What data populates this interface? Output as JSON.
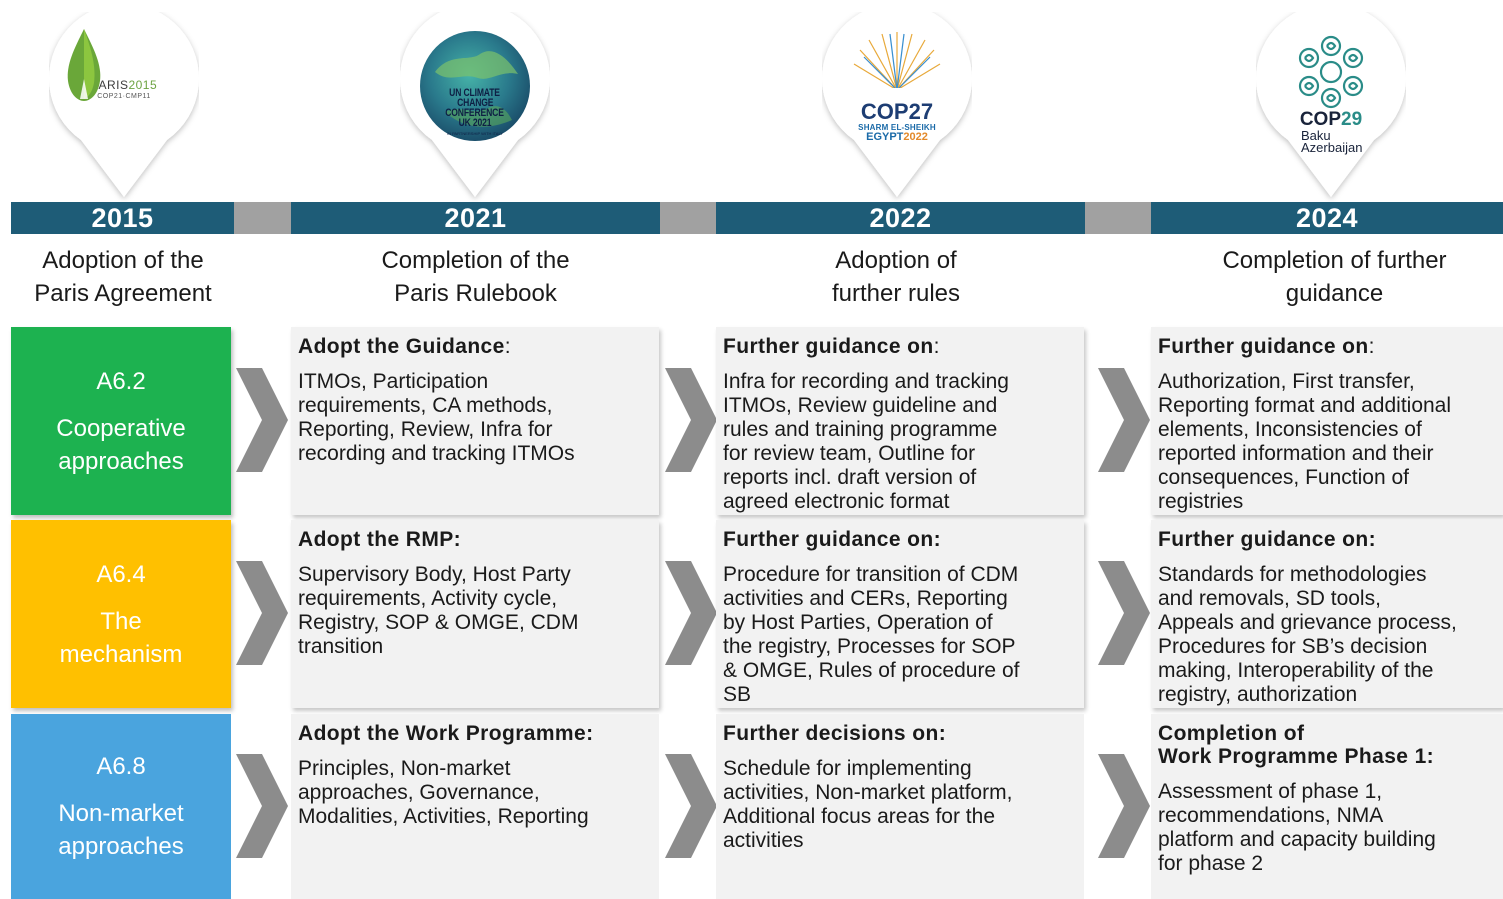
{
  "logos": [
    {
      "name": "PARIS",
      "year": "2015",
      "sub": "COP21·CMP11"
    },
    {
      "lines": [
        "UN CLIMATE",
        "CHANGE",
        "CONFERENCE",
        "UK 2021"
      ],
      "small": "IN PARTNERSHIP WITH ITALY"
    },
    {
      "title": "COP27",
      "sub1": "SHARM EL-SHEIKH",
      "sub2a": "EGYPT",
      "sub2b": "2022"
    },
    {
      "title_a": "COP",
      "title_b": "29",
      "sub1": "Baku",
      "sub2": "Azerbaijan"
    }
  ],
  "columns": [
    {
      "year": "2015",
      "milestone": "Adoption of the\nParis Agreement"
    },
    {
      "year": "2021",
      "milestone": "Completion of the\nParis Rulebook"
    },
    {
      "year": "2022",
      "milestone": "Adoption of\nfurther rules"
    },
    {
      "year": "2024",
      "milestone": "Completion of further\nguidance"
    }
  ],
  "colors": {
    "bar": "#1e5c77",
    "gap": "#a1a1a1",
    "a62": "#1db250",
    "a64": "#ffc000",
    "a68": "#4aa4de",
    "card": "#f2f2f2",
    "chevron": "#8c8c8c"
  },
  "rows": [
    {
      "code": "A6.2",
      "label1": "Cooperative",
      "label2": "approaches",
      "cards": [
        {
          "head_bold": "Adopt the Guidance",
          "head_rest": ":",
          "lines": [
            "ITMOs, Participation",
            "requirements, CA methods,",
            "Reporting, Review, Infra for",
            "recording and tracking ITMOs"
          ]
        },
        {
          "head_bold": "Further guidance on",
          "head_rest": ":",
          "lines": [
            "Infra for recording and tracking",
            "ITMOs, Review guideline and",
            "rules and training programme",
            "for review team, Outline for",
            "reports incl. draft version of",
            "agreed electronic format"
          ]
        },
        {
          "head_bold": "Further guidance on",
          "head_rest": ":",
          "lines": [
            "Authorization, First transfer,",
            "Reporting format and additional",
            "elements, Inconsistencies of",
            "reported information and their",
            "consequences, Function of",
            "registries"
          ]
        }
      ]
    },
    {
      "code": "A6.4",
      "label1": "The",
      "label2": "mechanism",
      "cards": [
        {
          "head_bold": "Adopt the RMP:",
          "head_rest": "",
          "lines": [
            "Supervisory Body, Host Party",
            "requirements, Activity cycle,",
            "Registry, SOP & OMGE, CDM",
            "transition"
          ]
        },
        {
          "head_bold": "Further guidance on:",
          "head_rest": "",
          "lines": [
            "Procedure for transition of CDM",
            "activities and CERs, Reporting",
            "by Host Parties, Operation of",
            "the registry, Processes for SOP",
            "& OMGE, Rules of procedure of",
            "SB"
          ]
        },
        {
          "head_bold": "Further guidance on:",
          "head_rest": "",
          "lines": [
            "Standards for methodologies",
            "and removals, SD tools,",
            "Appeals and grievance process,",
            "Procedures for SB’s decision",
            "making, Interoperability of the",
            "registry, authorization"
          ]
        }
      ]
    },
    {
      "code": "A6.8",
      "label1": "Non-market",
      "label2": "approaches",
      "cards": [
        {
          "head_bold": "Adopt the Work Programme:",
          "head_rest": "",
          "lines": [
            "Principles, Non-market",
            "approaches, Governance,",
            "Modalities, Activities, Reporting"
          ]
        },
        {
          "head_bold": "Further decisions on:",
          "head_rest": "",
          "lines": [
            "Schedule for implementing",
            "activities, Non-market platform,",
            "Additional focus areas for the",
            "activities"
          ]
        },
        {
          "head_bold": "Completion of\nWork Programme Phase 1:",
          "head_rest": "",
          "lines": [
            "Assessment of phase 1,",
            "recommendations, NMA",
            "platform and capacity building",
            "for phase 2"
          ]
        }
      ]
    }
  ]
}
